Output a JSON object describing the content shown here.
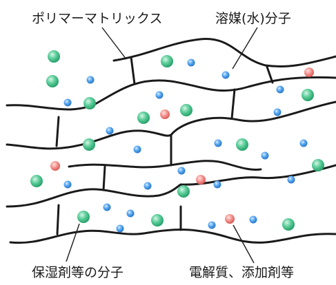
{
  "labels": {
    "polymer_matrix": "ポリマーマトリックス",
    "solvent": "溶媒(水)分子",
    "humectant": "保湿剤等の分子",
    "electrolyte": "電解質、添加剤等"
  },
  "colors": {
    "line": "#1a1a1a",
    "green_molecule": "#3dbb85",
    "blue_molecule": "#3a8fe0",
    "red_molecule": "#f07e7e"
  },
  "legend_mapping": {
    "green_molecule": "humectant",
    "blue_molecule": "solvent",
    "red_molecule": "electrolyte"
  }
}
